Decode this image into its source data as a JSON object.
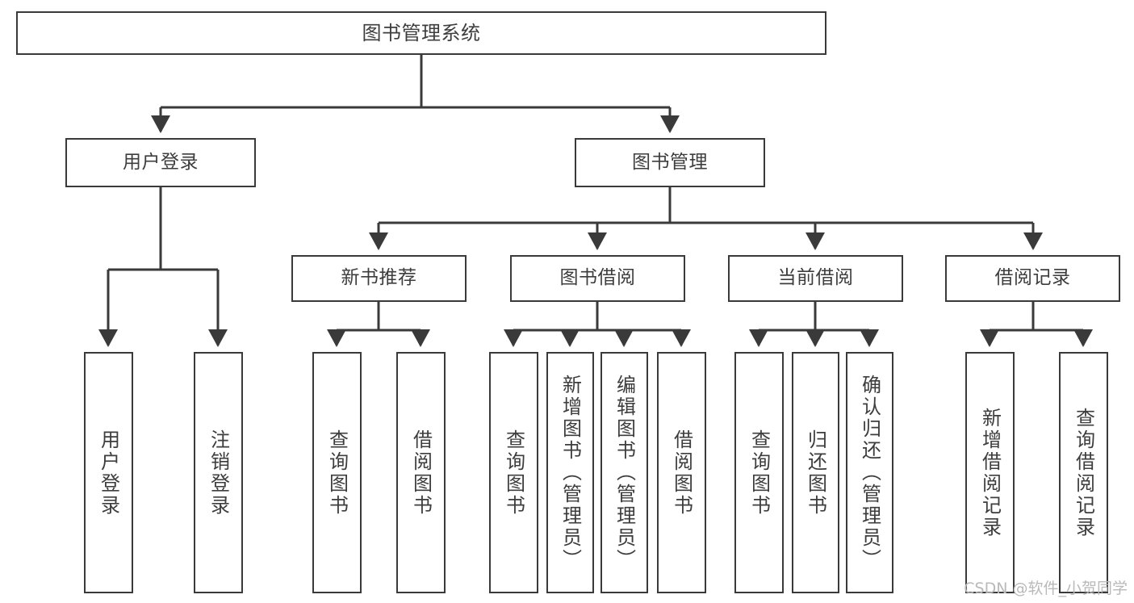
{
  "diagram": {
    "title": "图书管理系统",
    "type": "tree-hierarchy-chart",
    "watermark": "CSDN @软件_小贺同学",
    "colors": {
      "box_border": "#3a3a3a",
      "box_fill": "#ffffff",
      "edge": "#3a3a3a",
      "text": "#3d3d3d",
      "watermark_text": "#b9b9b9",
      "background": "#ffffff"
    }
  },
  "nodes": {
    "root": {
      "label": "图书管理系统"
    },
    "level1": [
      {
        "label": "用户登录"
      },
      {
        "label": "图书管理"
      }
    ],
    "level2": [
      {
        "label": "新书推荐"
      },
      {
        "label": "图书借阅"
      },
      {
        "label": "当前借阅"
      },
      {
        "label": "借阅记录"
      }
    ],
    "leaves": {
      "user_login": [
        {
          "label": "用户登录"
        },
        {
          "label": "注销登录"
        }
      ],
      "new_book_recommend": [
        {
          "label": "查询图书"
        },
        {
          "label": "借阅图书"
        }
      ],
      "book_borrow": [
        {
          "label": "查询图书"
        },
        {
          "label": "新增图书（管理员）"
        },
        {
          "label": "编辑图书（管理员）"
        },
        {
          "label": "借阅图书"
        }
      ],
      "current_borrow": [
        {
          "label": "查询图书"
        },
        {
          "label": "归还图书"
        },
        {
          "label": "确认归还（管理员）"
        }
      ],
      "borrow_record": [
        {
          "label": "新增借阅记录"
        },
        {
          "label": "查询借阅记录"
        }
      ]
    }
  }
}
